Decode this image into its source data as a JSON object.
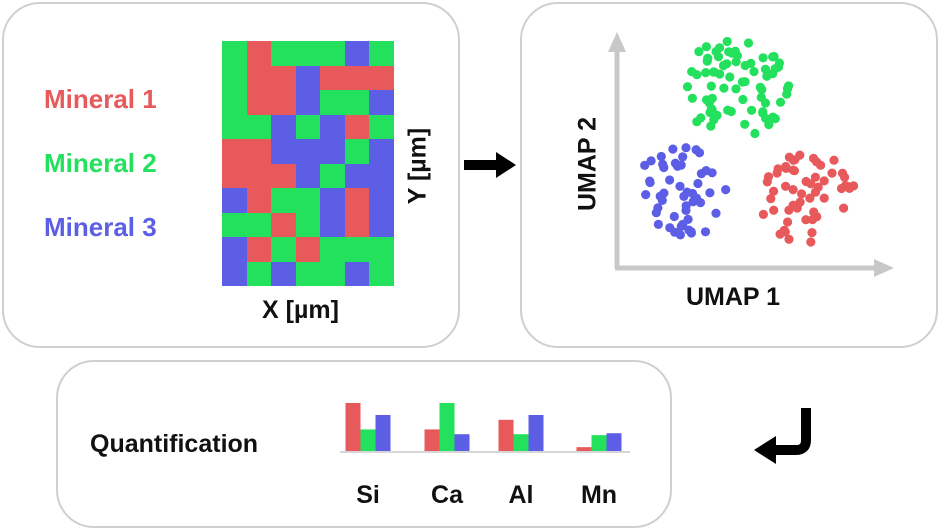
{
  "legend": [
    {
      "label": "Mineral 1",
      "color": "#e8595b"
    },
    {
      "label": "Mineral 2",
      "color": "#23e05d"
    },
    {
      "label": "Mineral 3",
      "color": "#5c5ee6"
    }
  ],
  "map": {
    "x_label": "X [µm]",
    "y_label": "Y [µm]",
    "grid": [
      [
        2,
        1,
        2,
        2,
        2,
        3,
        2
      ],
      [
        2,
        1,
        1,
        3,
        1,
        1,
        1
      ],
      [
        2,
        1,
        1,
        3,
        2,
        2,
        3
      ],
      [
        2,
        2,
        3,
        2,
        3,
        1,
        2
      ],
      [
        1,
        1,
        3,
        3,
        3,
        2,
        3
      ],
      [
        1,
        1,
        1,
        3,
        2,
        3,
        3
      ],
      [
        3,
        1,
        2,
        2,
        3,
        1,
        3
      ],
      [
        2,
        2,
        1,
        2,
        3,
        1,
        3
      ],
      [
        3,
        1,
        2,
        1,
        2,
        2,
        2
      ],
      [
        3,
        2,
        3,
        2,
        2,
        3,
        2
      ]
    ]
  },
  "umap": {
    "x_label": "UMAP 1",
    "y_label": "UMAP 2",
    "axis_color": "#c8c8c8"
  },
  "quant": {
    "title": "Quantification",
    "series_colors": [
      "#e8595b",
      "#23e05d",
      "#5c5ee6"
    ],
    "elements": [
      {
        "label": "Si",
        "values": [
          1.0,
          0.45,
          0.75
        ]
      },
      {
        "label": "Ca",
        "values": [
          0.45,
          1.0,
          0.35
        ]
      },
      {
        "label": "Al",
        "values": [
          0.65,
          0.35,
          0.75
        ]
      },
      {
        "label": "Mn",
        "values": [
          0.08,
          0.33,
          0.37
        ]
      }
    ]
  }
}
